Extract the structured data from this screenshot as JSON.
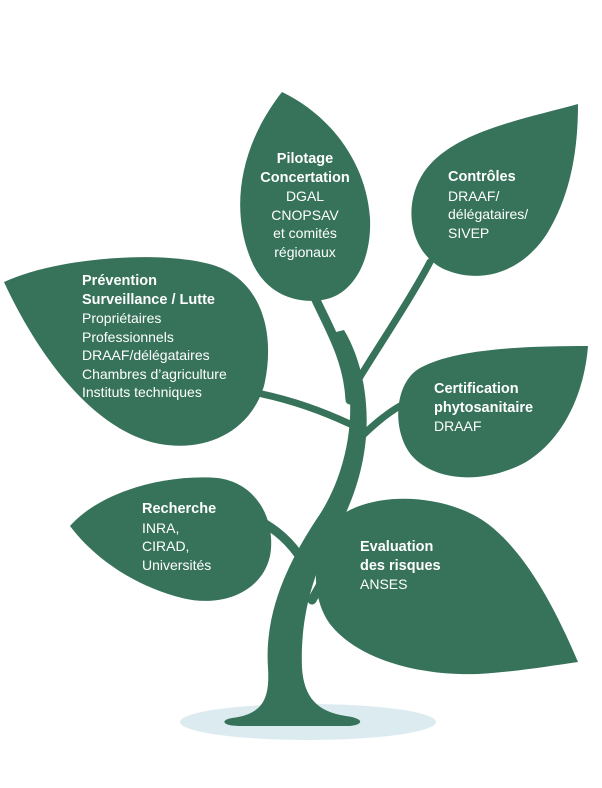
{
  "colors": {
    "leaf": "#36735a",
    "ground": "#dcebf0",
    "text": "#ffffff"
  },
  "leaves": {
    "pilotage": {
      "title": [
        "Pilotage",
        "Concertation"
      ],
      "lines": [
        "DGAL",
        "CNOPSAV",
        "et comités",
        "régionaux"
      ]
    },
    "controles": {
      "title": [
        "Contrôles"
      ],
      "lines": [
        "DRAAF/",
        "délégataires/",
        "SIVEP"
      ]
    },
    "prevention": {
      "title": [
        "Prévention",
        "Surveillance / Lutte"
      ],
      "lines": [
        "Propriétaires",
        "Professionnels",
        "DRAAF/délégataires",
        "Chambres d’agriculture",
        "Instituts techniques"
      ]
    },
    "certification": {
      "title": [
        "Certification",
        "phytosanitaire"
      ],
      "lines": [
        "DRAAF"
      ]
    },
    "recherche": {
      "title": [
        "Recherche"
      ],
      "lines": [
        "INRA,",
        "CIRAD,",
        "Universités"
      ]
    },
    "evaluation": {
      "title": [
        "Evaluation",
        "des risques"
      ],
      "lines": [
        "ANSES"
      ]
    }
  }
}
